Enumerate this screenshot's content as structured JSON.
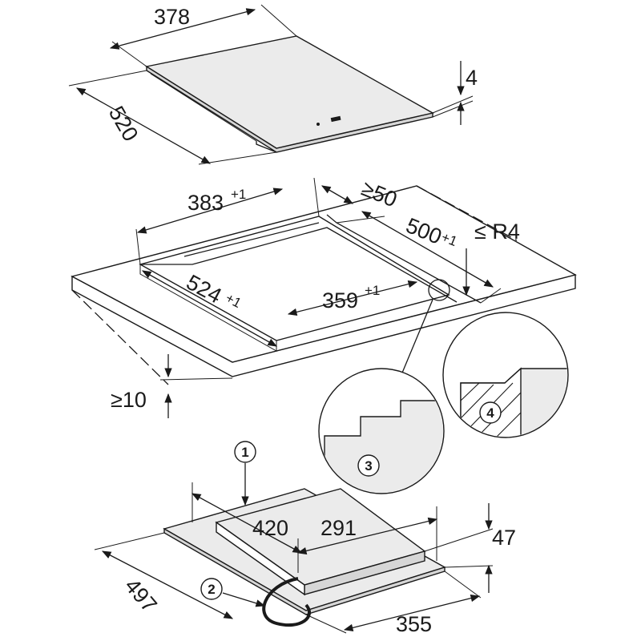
{
  "hob": {
    "width_label": "378",
    "depth_label": "520",
    "thickness_label": "4"
  },
  "cutout": {
    "width_label": "383",
    "width_tol": "+1",
    "min_edge_label": "≥50",
    "rebate_depth_label": "500",
    "rebate_depth_tol": "+1",
    "radius_label": "≤ R4",
    "depth_label": "524",
    "depth_tol": "+1",
    "rebate_width_label": "359",
    "rebate_width_tol": "+1",
    "min_thickness_label": "≥10"
  },
  "callouts": {
    "c1": "1",
    "c2": "2",
    "c3": "3",
    "c4": "4"
  },
  "underside": {
    "width_label": "420",
    "inner_width_label": "291",
    "height_label": "47",
    "depth_label": "497",
    "inner_depth_label": "355"
  }
}
